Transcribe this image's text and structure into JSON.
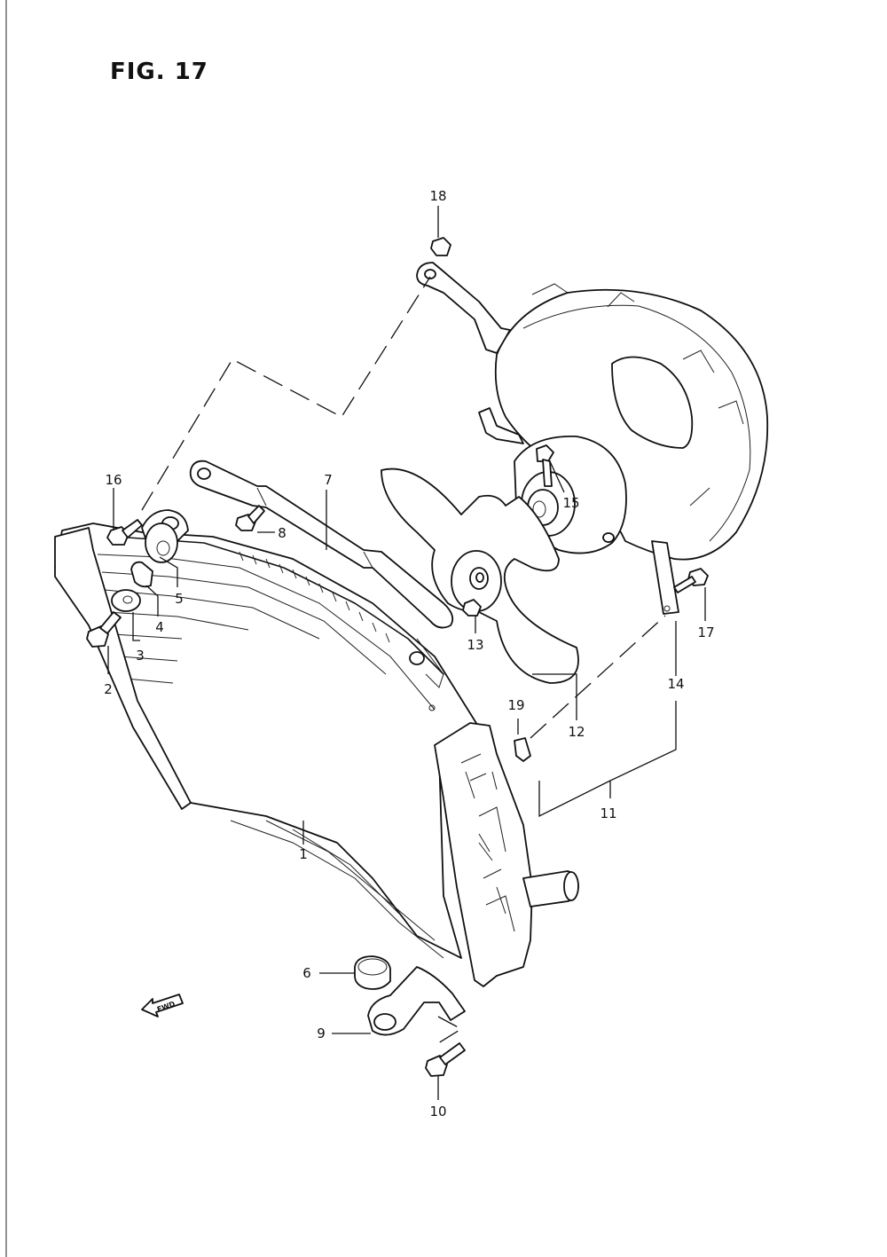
{
  "figure": {
    "title": "FIG. 17"
  },
  "fwd_label": "FWD",
  "callouts": [
    "1",
    "2",
    "3",
    "4",
    "5",
    "6",
    "7",
    "8",
    "9",
    "10",
    "11",
    "12",
    "13",
    "14",
    "15",
    "16",
    "17",
    "18",
    "19"
  ],
  "colors": {
    "ink": "#111111",
    "paper": "#ffffff"
  }
}
